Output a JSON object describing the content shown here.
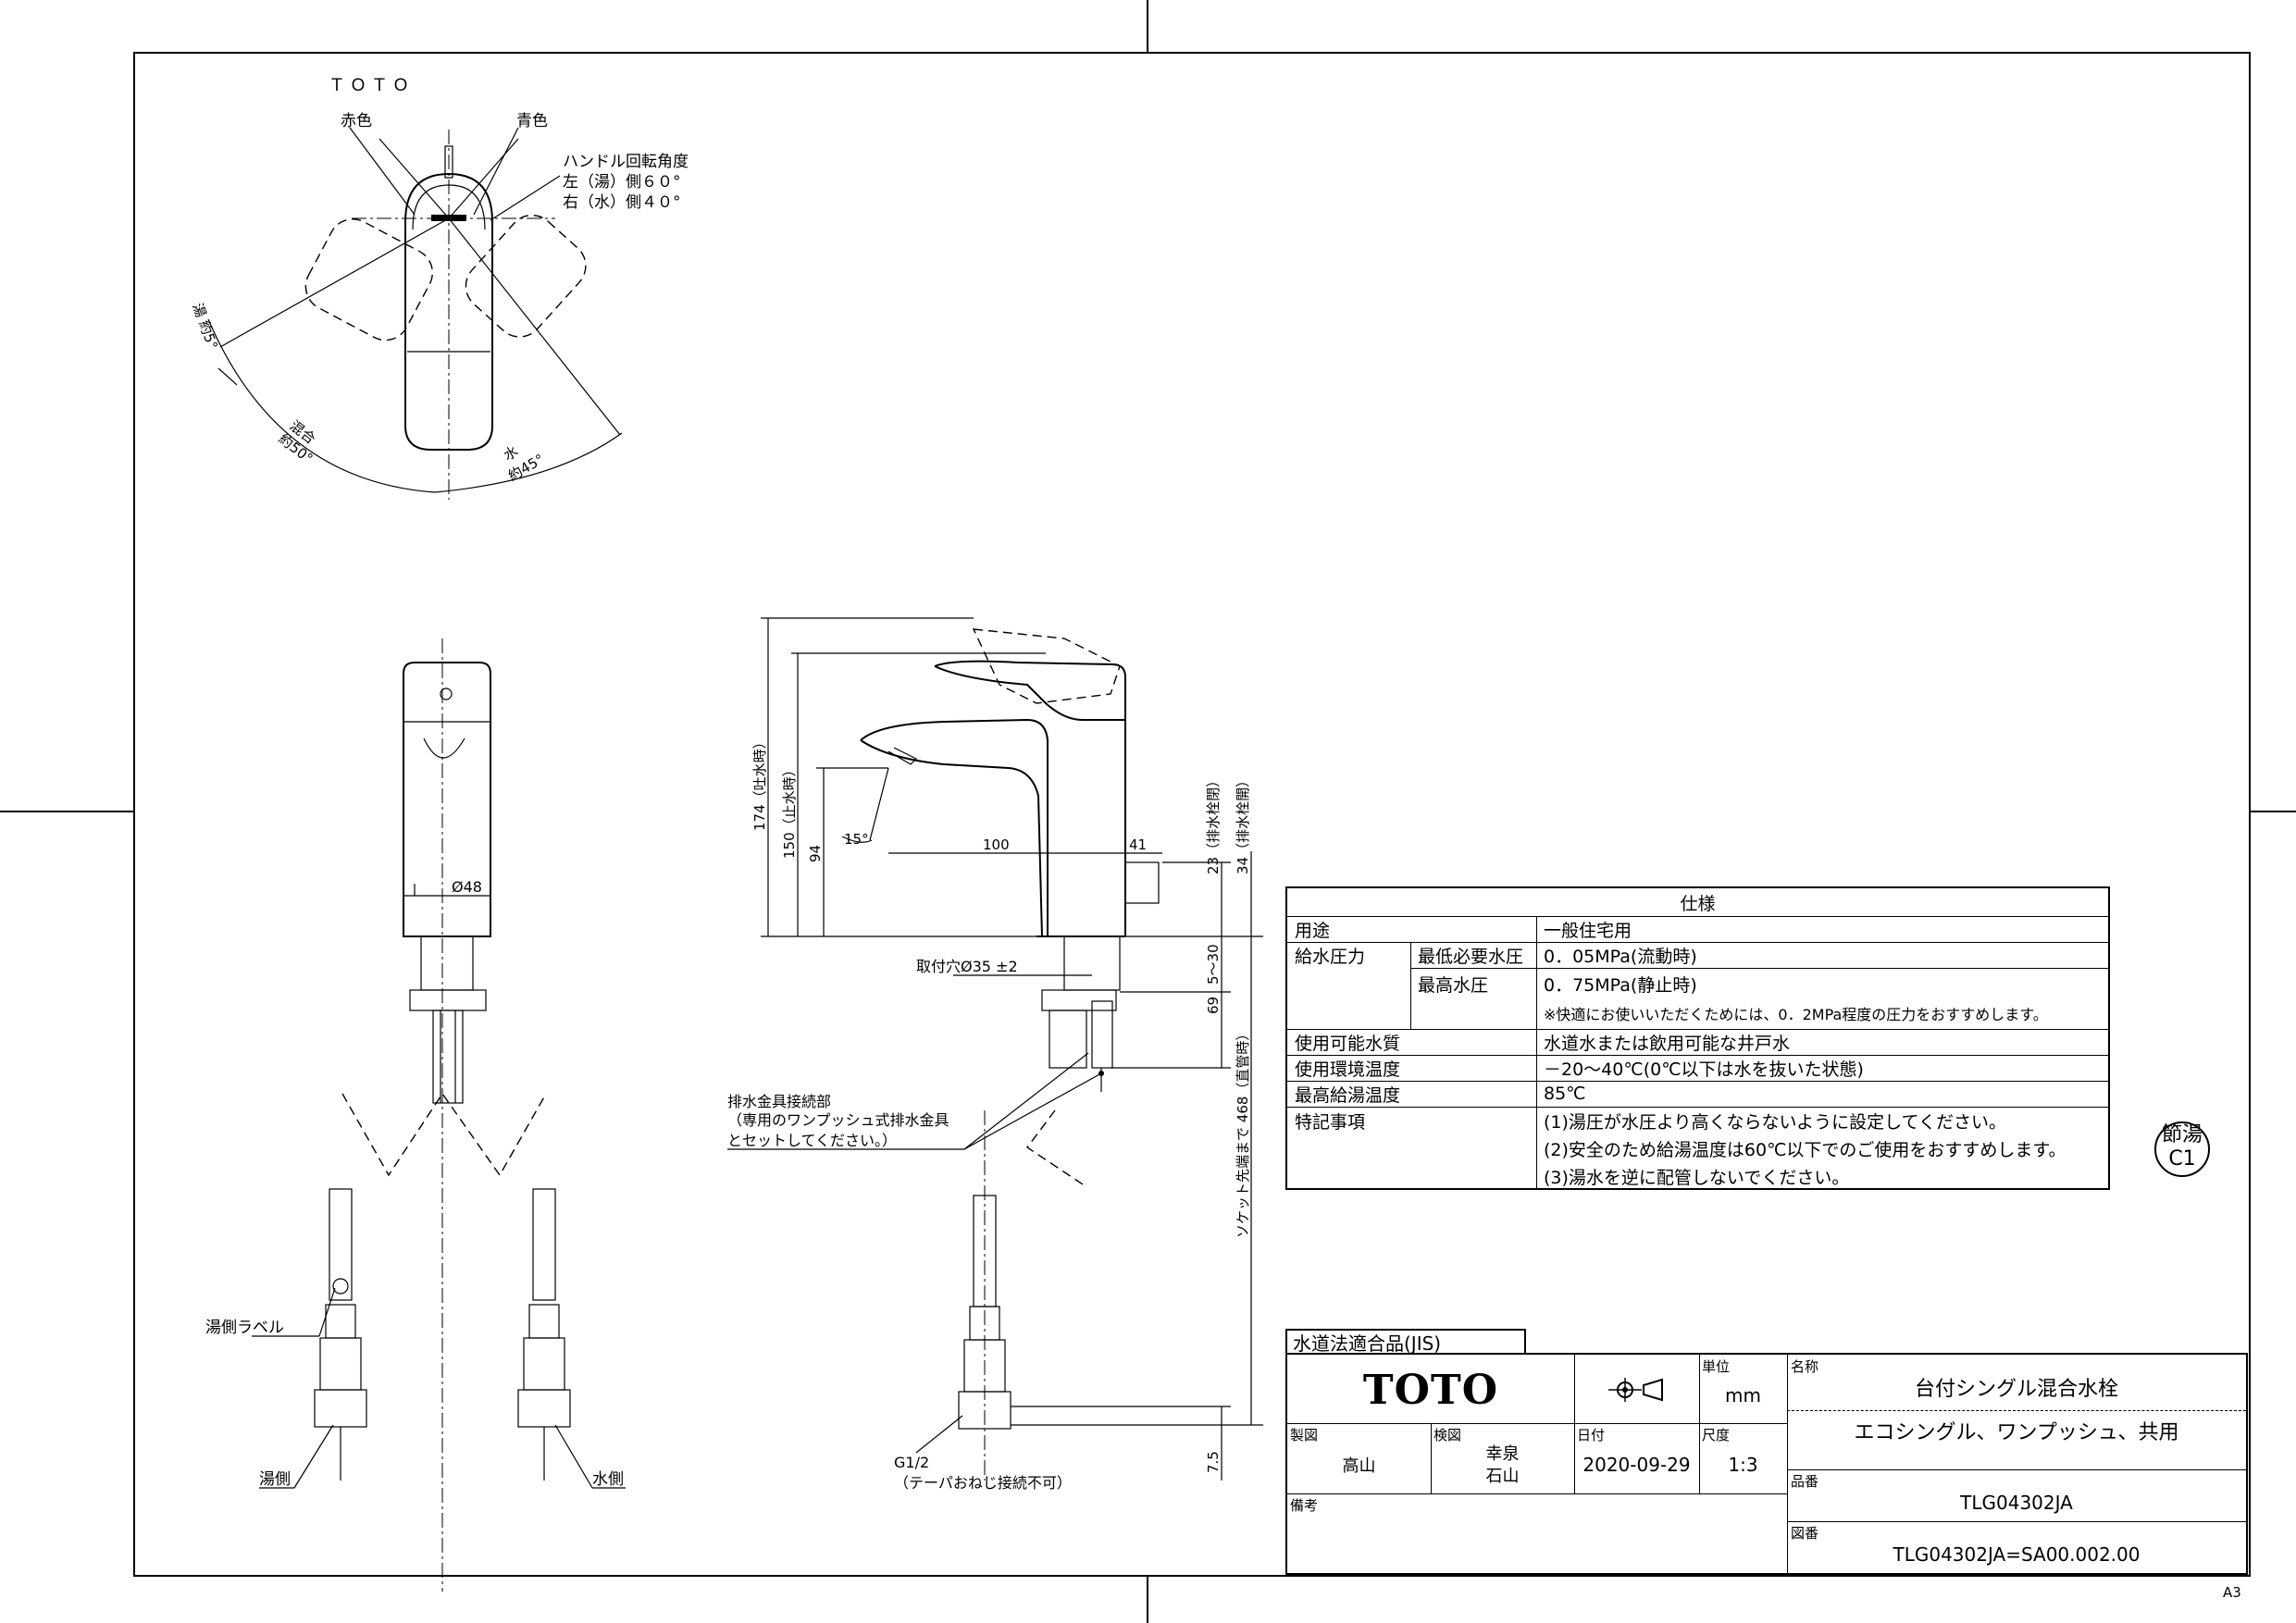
{
  "top_view": {
    "brand": "ＴＯＴＯ",
    "red_label": "赤色",
    "blue_label": "青色",
    "rotation_title": "ハンドル回転角度",
    "rotation_left": "左（湯）側６０°",
    "rotation_right": "右（水）側４０°",
    "hot_range": "湯\n約5°",
    "mix_label": "混合",
    "mix_angle": "約50°",
    "water_label": "水",
    "water_angle": "約45°"
  },
  "front_view": {
    "diameter": "Ø48",
    "hot_side_label": "湯側ラベル",
    "hot_side": "湯側",
    "water_side": "水側"
  },
  "side_view": {
    "dim_174": "174（吐水時）",
    "dim_150": "150（止水時）",
    "dim_94": "94",
    "angle_15": "15°",
    "dim_100": "100",
    "dim_41": "41",
    "dim_23": "23（排水栓閉）",
    "dim_34": "34（排水栓開）",
    "mount_hole": "取付穴Ø35 ±2",
    "dim_5_30": "5～30",
    "dim_69": "69",
    "dim_468": "468（直管時）",
    "socket_note": "ソケット先端まで",
    "drain_note_1": "排水金具接続部",
    "drain_note_2": "（専用のワンプッシュ式排水金具",
    "drain_note_3": "とセットしてください。）",
    "dim_7_5": "7.5",
    "thread": "G1/2",
    "thread_note": "（テーパおねじ接続不可）"
  },
  "spec_table": {
    "header": "仕様",
    "rows": [
      {
        "label": "用途",
        "value": "一般住宅用"
      },
      {
        "label": "給水圧力",
        "sub1": "最低必要水圧",
        "value1": "0．05MPa(流動時)",
        "sub2": "最高水圧",
        "value2": "0．75MPa(静止時)",
        "note": "※快適にお使いいただくためには、0．2MPa程度の圧力をおすすめします。"
      },
      {
        "label": "使用可能水質",
        "value": "水道水または飲用可能な井戸水"
      },
      {
        "label": "使用環境温度",
        "value": "－20～40℃(0℃以下は水を抜いた状態)"
      },
      {
        "label": "最高給湯温度",
        "value": "85℃"
      },
      {
        "label": "特記事項",
        "lines": [
          "(1)湯圧が水圧より高くならないように設定してください。",
          "(2)安全のため給湯温度は60℃以下でのご使用をおすすめします。",
          "(3)湯水を逆に配管しないでください。"
        ]
      }
    ]
  },
  "stamp": {
    "line1": "節湯",
    "line2": "C1"
  },
  "title_block": {
    "jis": "水道法適合品(JIS)",
    "brand": "TOTO",
    "unit_label": "単位",
    "unit": "mm",
    "name_label": "名称",
    "name1": "台付シングル混合水栓",
    "name2": "エコシングル、ワンプッシュ、共用",
    "drawn_label": "製図",
    "drawn": "高山",
    "checked_label": "検図",
    "checked1": "幸泉",
    "checked2": "石山",
    "date_label": "日付",
    "date": "2020-09-29",
    "scale_label": "尺度",
    "scale": "1:3",
    "part_label": "品番",
    "part": "TLG04302JA",
    "remarks_label": "備考",
    "drawing_label": "図番",
    "drawing_no": "TLG04302JA=SA00.002.00"
  },
  "sheet_size": "A3"
}
